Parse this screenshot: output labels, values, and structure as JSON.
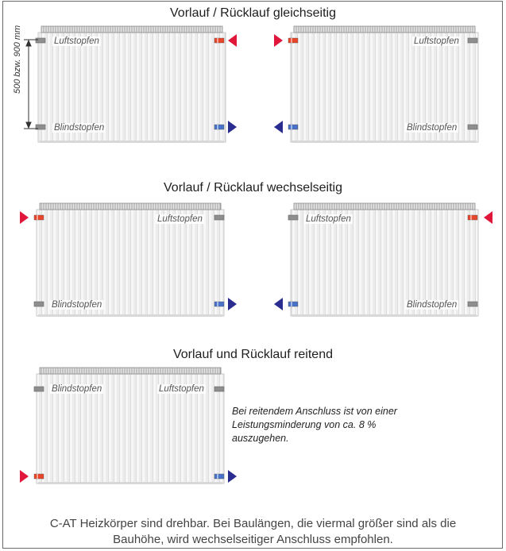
{
  "titles": {
    "same_side": "Vorlauf / Rücklauf gleichseitig",
    "alternate": "Vorlauf / Rücklauf wechselseitig",
    "riding": "Vorlauf und Rücklauf reitend"
  },
  "labels": {
    "air_plug": "Luftstopfen",
    "blind_plug": "Blindstopfen",
    "height_dim": "500 bzw. 900 mm"
  },
  "note": "Bei reitendem Anschluss ist von einer Leistungsminderung von ca. 8 % auszugehen.",
  "footer": "C-AT Heizkörper sind drehbar. Bei Baulängen, die viermal größer sind als die Bauhöhe, wird wechselseitiger Anschluss empfohlen.",
  "colors": {
    "supply_arrow": "#e0173a",
    "return_arrow": "#2a2c8f",
    "supply_fitting": "#e8452a",
    "return_fitting": "#4a72c8",
    "border": "#6a6a6a"
  }
}
